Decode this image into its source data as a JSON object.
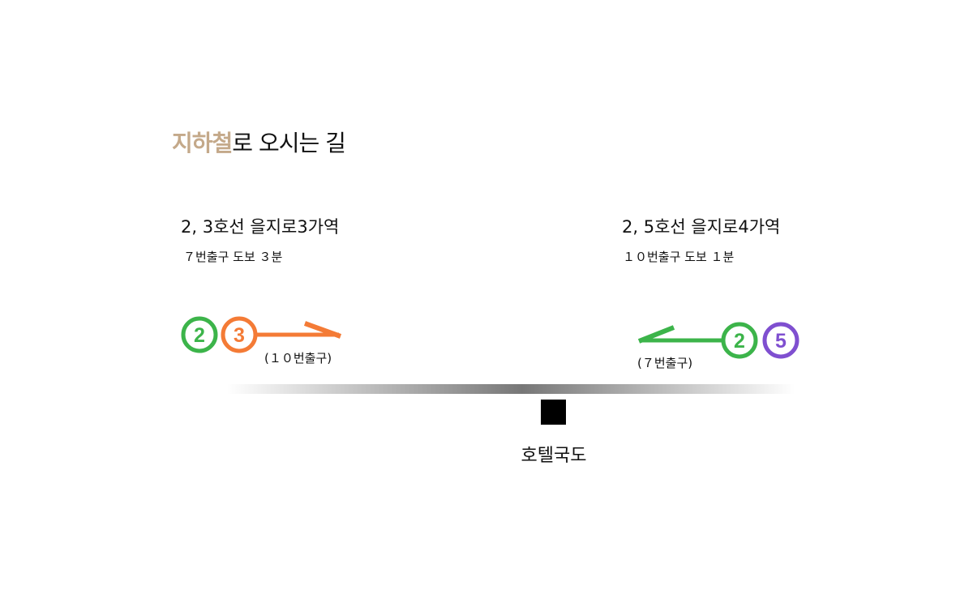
{
  "heading": {
    "highlight": "지하철",
    "rest": "로 오시는 길",
    "highlight_color": "#c4a98a"
  },
  "left": {
    "station": "2, 3호선 을지로3가역",
    "walk": "７번출구 도보 ３분",
    "lines": [
      {
        "num": "2",
        "color": "#3cb44a"
      },
      {
        "num": "3",
        "color": "#f47b36"
      }
    ],
    "exit": "(１０번출구)"
  },
  "right": {
    "station": "2, 5호선 을지로4가역",
    "walk": "１０번출구 도보 １분",
    "lines": [
      {
        "num": "2",
        "color": "#3cb44a"
      },
      {
        "num": "5",
        "color": "#7f4fd0"
      }
    ],
    "exit": "(７번출구)"
  },
  "destination": "호텔국도"
}
